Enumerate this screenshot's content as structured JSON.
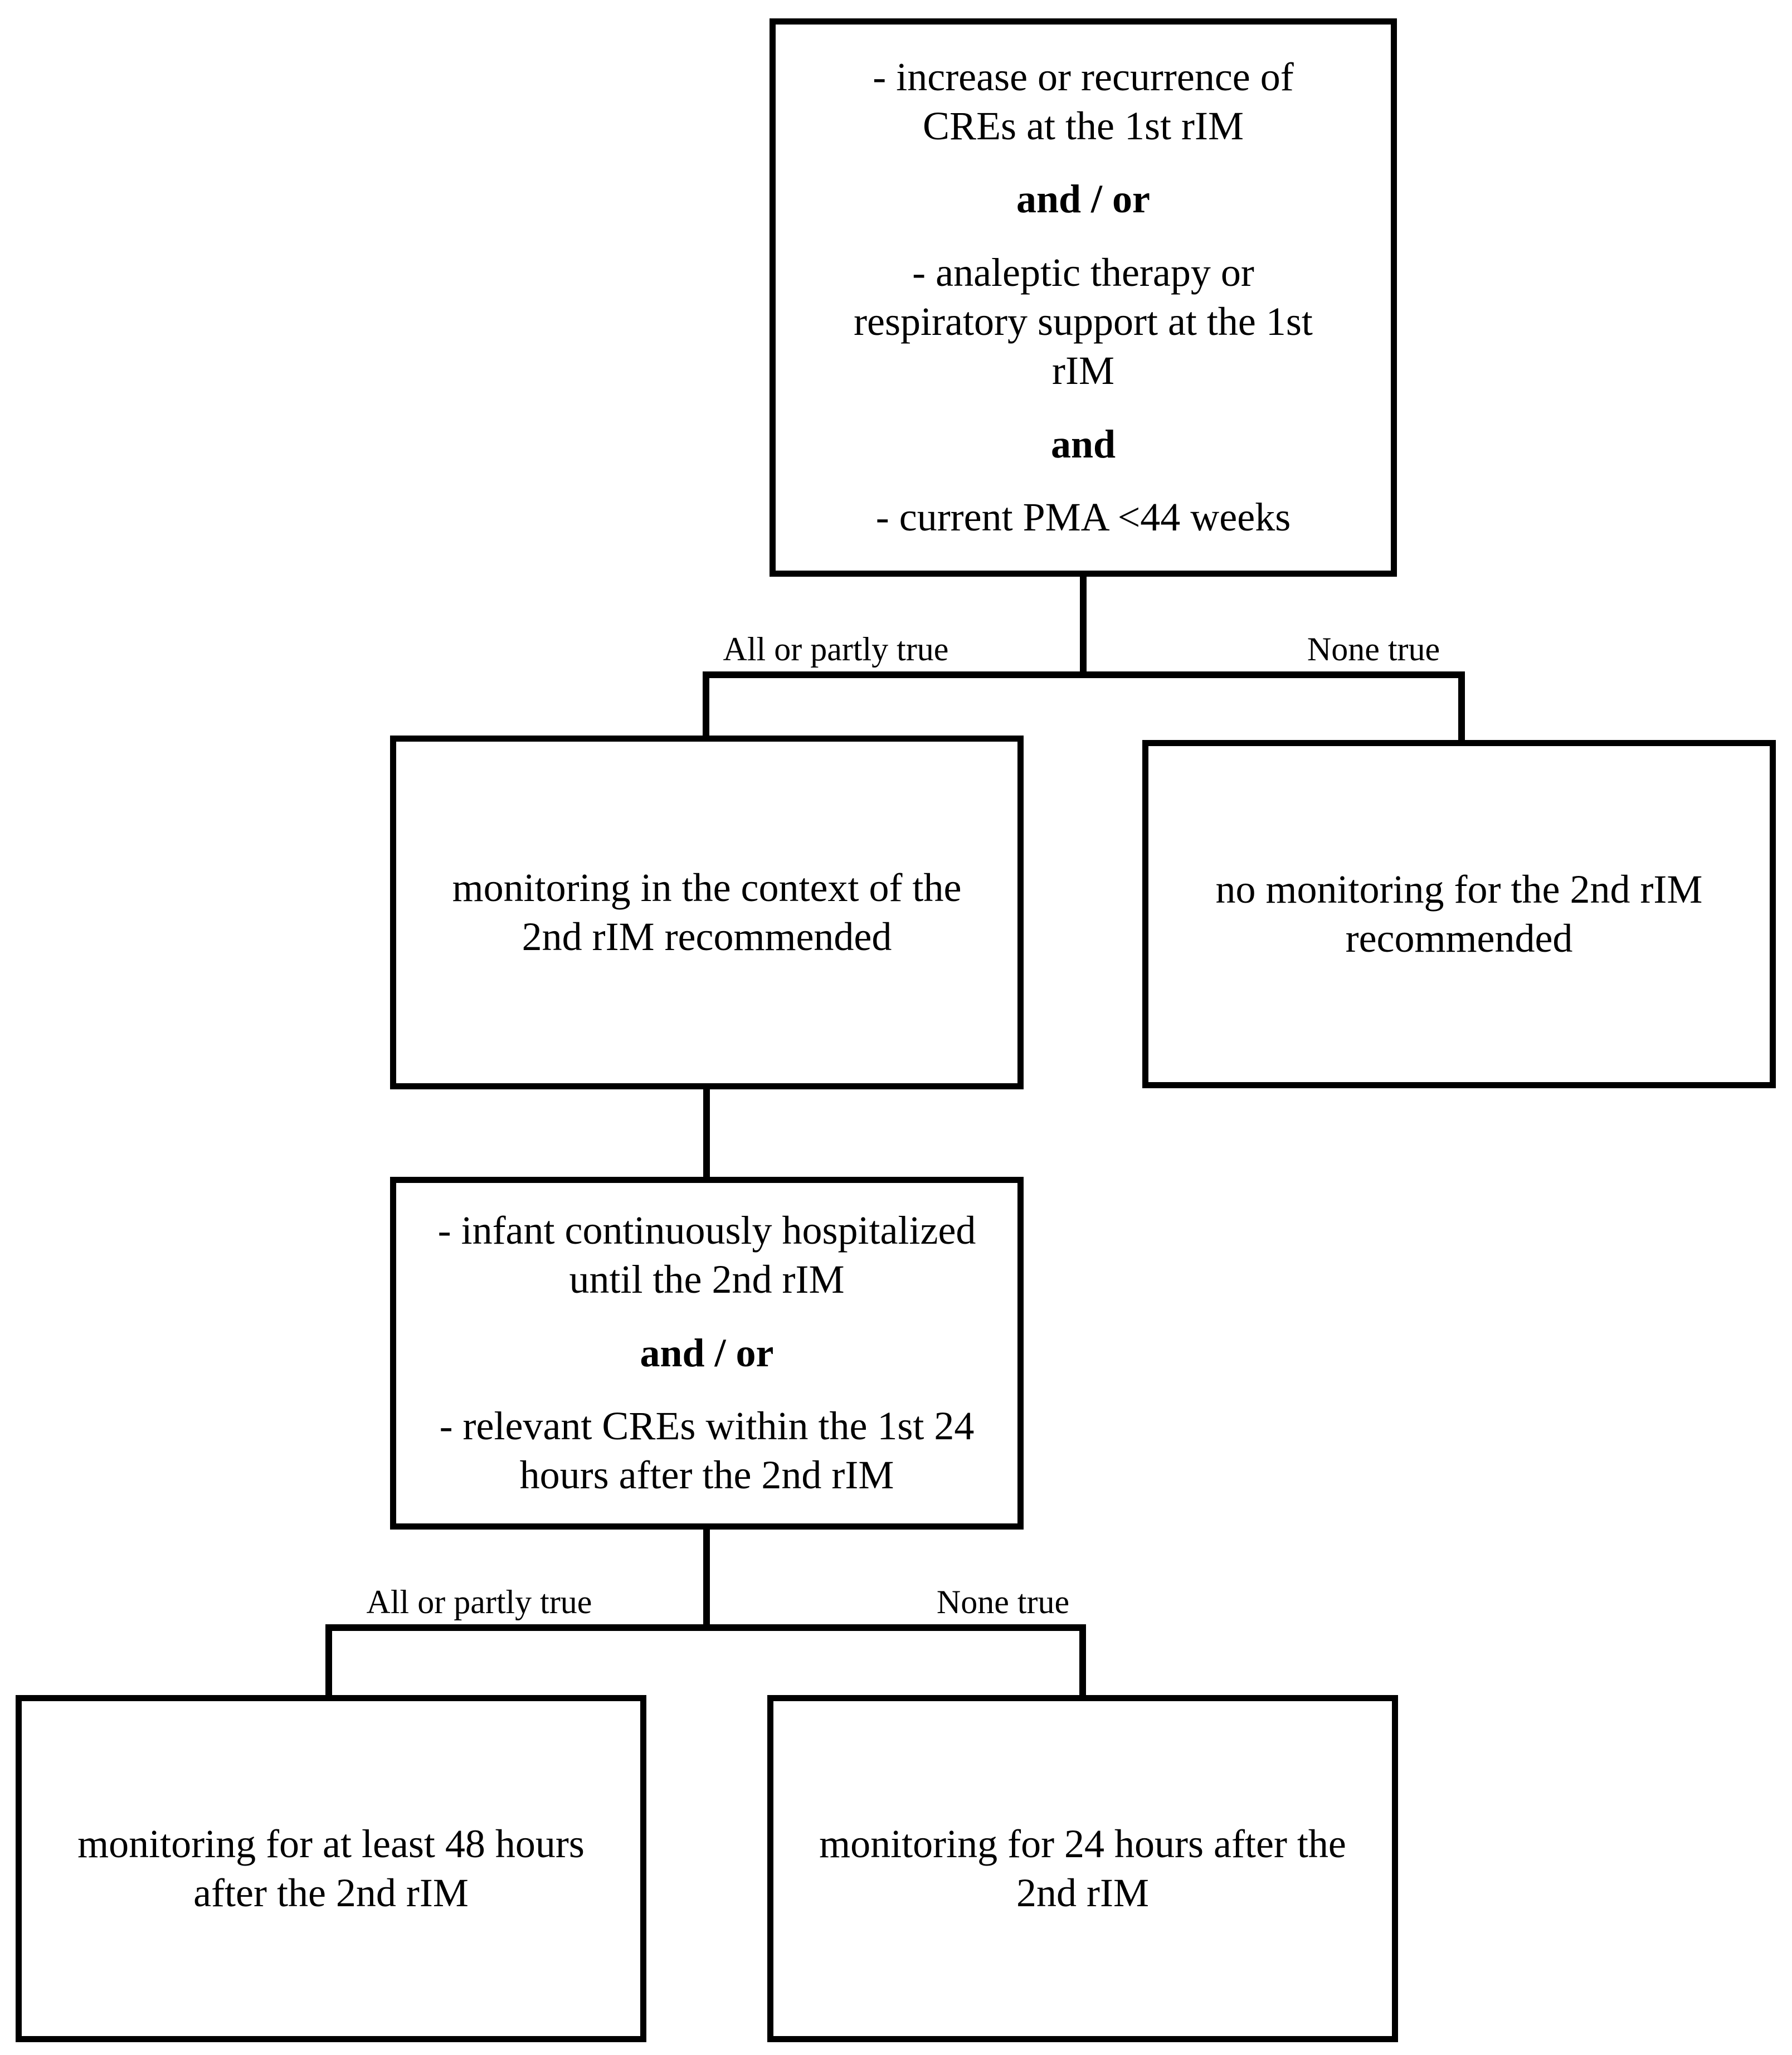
{
  "diagram": {
    "condition1": {
      "item1": "- increase or recurrence of CREs at the 1st rIM",
      "op1": "and / or",
      "item2": "- analeptic therapy or respiratory support at the 1st rIM",
      "op2": "and",
      "item3": "- current PMA <44 weeks"
    },
    "branch1": {
      "left_label": "All or partly true",
      "right_label": "None true"
    },
    "outcome_monitoring_context": "monitoring in the context of the 2nd rIM recommended",
    "outcome_no_monitoring": "no monitoring for the 2nd rIM recommended",
    "condition2": {
      "item1": "- infant continuously hospitalized until the 2nd rIM",
      "op1": "and / or",
      "item2": "- relevant CREs within the 1st 24 hours after the 2nd rIM"
    },
    "branch2": {
      "left_label": "All or partly true",
      "right_label": "None true"
    },
    "outcome_monitoring_48h": "monitoring for at least 48 hours after the 2nd rIM",
    "outcome_monitoring_24h": "monitoring for 24 hours after the 2nd rIM"
  },
  "colors": {
    "background": "#ffffff",
    "line": "#000000",
    "text": "#000000"
  }
}
